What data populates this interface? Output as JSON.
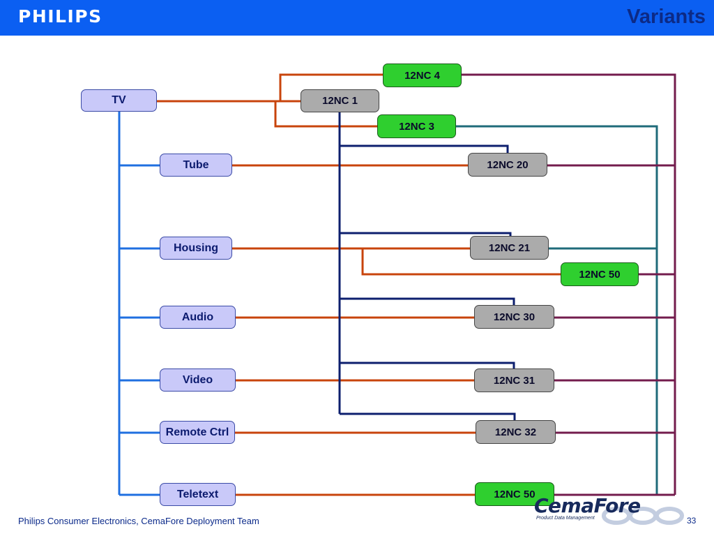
{
  "header": {
    "brand": "PHILIPS",
    "title": "Variants",
    "bar_color": "#0b5ff2"
  },
  "nodes": {
    "tv": "TV",
    "tube": "Tube",
    "housing": "Housing",
    "audio": "Audio",
    "video": "Video",
    "remote": "Remote Ctrl",
    "teletext": "Teletext",
    "nc1": "12NC 1",
    "nc3": "12NC 3",
    "nc4": "12NC 4",
    "nc20": "12NC 20",
    "nc21": "12NC 21",
    "nc50a": "12NC 50",
    "nc30": "12NC 30",
    "nc31": "12NC 31",
    "nc32": "12NC 32",
    "nc50b": "12NC 50"
  },
  "colors": {
    "component_fill": "#c9c9f9",
    "variant_grey": "#ababab",
    "variant_green": "#2fcf2f",
    "line_blue": "#1f6fe0",
    "line_orange": "#c8440c",
    "line_navy": "#0d1f6e",
    "line_teal": "#1f6b7a",
    "line_purple": "#731c4d"
  },
  "logo": {
    "word": "CemaFore",
    "subtitle": "Product Data Management"
  },
  "footer": {
    "text": "Philips Consumer Electronics, CemaFore Deployment Team",
    "page": "33"
  }
}
